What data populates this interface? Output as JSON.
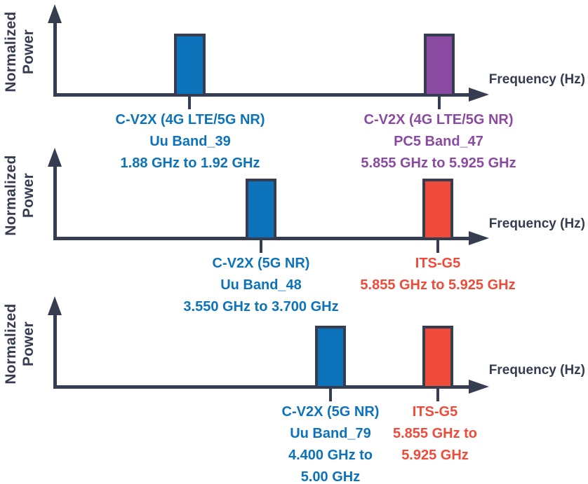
{
  "colors": {
    "axis_and_text": "#373D50",
    "cv2x_uu_blue": "#0C73BA",
    "cv2x_pc5_purple": "#8B4AA1",
    "its_g5_red": "#EF4B3A",
    "background": "#FFFFFF"
  },
  "chart_data": [
    {
      "type": "bar",
      "ylabel": "Normalized Power",
      "ylabel_lines": [
        "Normalized",
        "Power"
      ],
      "xlabel": "Frequency (Hz)",
      "grid": false,
      "bars": [
        {
          "name": "C-V2X (4G LTE/5G NR) Uu Band_39",
          "label_lines": [
            "C-V2X (4G LTE/5G NR)",
            "Uu Band_39",
            "1.88 GHz to 1.92 GHz"
          ],
          "freq_start_ghz": 1.88,
          "freq_stop_ghz": 1.92,
          "normalized_power": 1,
          "color": "#0C73BA"
        },
        {
          "name": "C-V2X (4G LTE/5G NR) PC5 Band_47",
          "label_lines": [
            "C-V2X (4G LTE/5G NR)",
            "PC5 Band_47",
            "5.855 GHz to 5.925 GHz"
          ],
          "freq_start_ghz": 5.855,
          "freq_stop_ghz": 5.925,
          "normalized_power": 1,
          "color": "#8B4AA1"
        }
      ]
    },
    {
      "type": "bar",
      "ylabel": "Normalized Power",
      "ylabel_lines": [
        "Normalized",
        "Power"
      ],
      "xlabel": "Frequency (Hz)",
      "grid": false,
      "bars": [
        {
          "name": "C-V2X (5G NR) Uu Band_48",
          "label_lines": [
            "C-V2X (5G NR)",
            "Uu Band_48",
            "3.550 GHz to 3.700 GHz"
          ],
          "freq_start_ghz": 3.55,
          "freq_stop_ghz": 3.7,
          "normalized_power": 1,
          "color": "#0C73BA"
        },
        {
          "name": "ITS-G5",
          "label_lines": [
            "ITS-G5",
            "5.855 GHz to 5.925 GHz"
          ],
          "freq_start_ghz": 5.855,
          "freq_stop_ghz": 5.925,
          "normalized_power": 1,
          "color": "#EF4B3A"
        }
      ]
    },
    {
      "type": "bar",
      "ylabel": "Normalized Power",
      "ylabel_lines": [
        "Normalized",
        "Power"
      ],
      "xlabel": "Frequency (Hz)",
      "grid": false,
      "bars": [
        {
          "name": "C-V2X (5G NR) Uu Band_79",
          "label_lines": [
            "C-V2X (5G NR)",
            "Uu Band_79",
            "4.400 GHz to",
            "5.00 GHz"
          ],
          "freq_start_ghz": 4.4,
          "freq_stop_ghz": 5.0,
          "normalized_power": 1,
          "color": "#0C73BA"
        },
        {
          "name": "ITS-G5",
          "label_lines": [
            "ITS-G5",
            "5.855 GHz to",
            "5.925 GHz"
          ],
          "freq_start_ghz": 5.855,
          "freq_stop_ghz": 5.925,
          "normalized_power": 1,
          "color": "#EF4B3A"
        }
      ]
    }
  ]
}
